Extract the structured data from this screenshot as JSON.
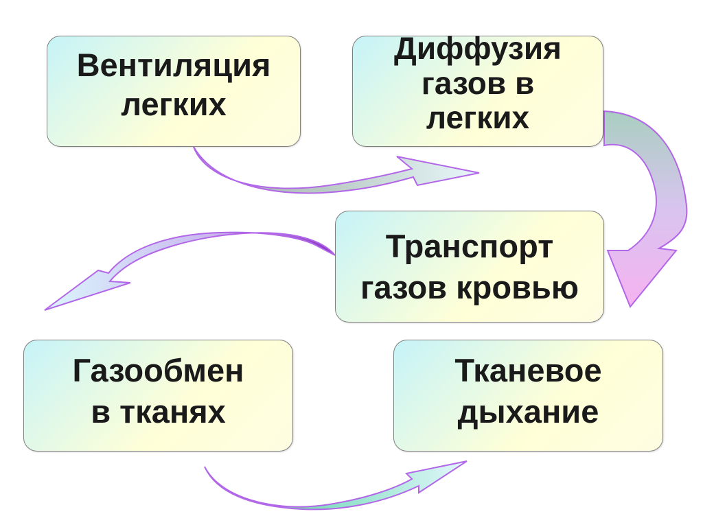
{
  "boxes": {
    "ventilation": "Вентиляция\nлегких",
    "diffusion": "Диффузия\nгазов в\nлегких",
    "transport": "Транспорт\nгазов кровью",
    "gas_exchange": "Газообмен\nв тканях",
    "tissue_respiration": "Тканевое\nдыхание"
  },
  "colors": {
    "box_border": "#7f7f7f",
    "box_fill_start": "#c6f3f8",
    "box_fill_end": "#ffffd7",
    "arrow_outline": "#b266e8",
    "arrow_purple": "#9a3fd0",
    "arrow_pink": "#f2a6f0",
    "arrow_teal": "#9fd6c6",
    "arrow_green": "#3fc86a",
    "arrow_light_cyan": "#d9f4fb"
  }
}
